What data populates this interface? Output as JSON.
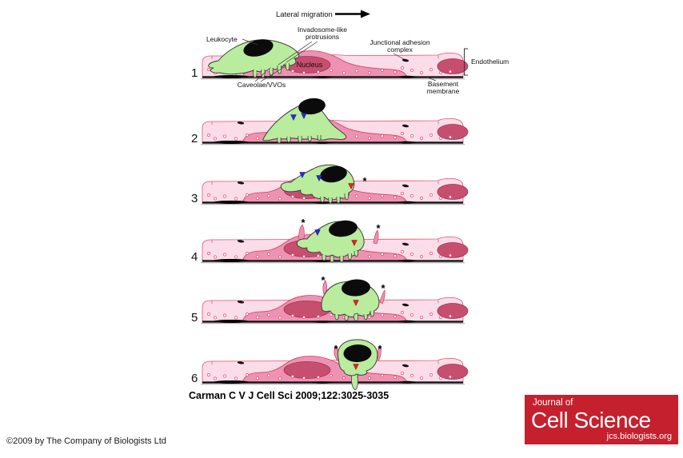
{
  "figure": {
    "direction_label": "Lateral migration",
    "panel_numbers": [
      "1",
      "2",
      "3",
      "4",
      "5",
      "6"
    ],
    "labels": {
      "leukocyte": "Leukocyte",
      "invadosome_line1": "Invadosome-like",
      "invadosome_line2": "protrusions",
      "nucleus": "Nucleus",
      "junctional_line1": "Junctional adhesion",
      "junctional_line2": "complex",
      "endothelium": "Endothelium",
      "caveolae": "Caveolae/VVOs",
      "basement_line1": "Basement",
      "basement_line2": "membrane"
    },
    "marker_asterisk": "*",
    "colors": {
      "leukocyte_green": "#b9ec9d",
      "endothelial_cell_pink": "#ee92b4",
      "endothelium_light_pink": "#fbdce9",
      "endothelial_nucleus_crimson": "#c64f70",
      "leukocyte_nucleus_black": "#0b0b0b",
      "basement_membrane_black": "#121212",
      "outline_red": "#e4506b",
      "arrowhead_blue": "#2b2bd5",
      "arrowhead_red": "#ee1c24",
      "logo_red": "#c5202e"
    }
  },
  "citation": "Carman C V J Cell Sci 2009;122:3025-3035",
  "logo": {
    "line1": "Journal of",
    "line2": "Cell Science",
    "line3": "jcs.biologists.org"
  },
  "copyright": "©2009 by The Company of Biologists Ltd"
}
